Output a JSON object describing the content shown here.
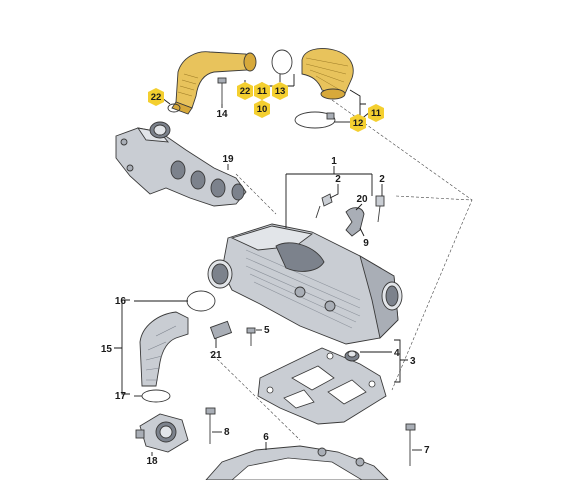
{
  "labels": {
    "l1": "1",
    "l2a": "2",
    "l2b": "2",
    "l3": "3",
    "l4": "4",
    "l5": "5",
    "l6": "6",
    "l7": "7",
    "l8": "8",
    "l9": "9",
    "l10": "10",
    "l11a": "11",
    "l11b": "11",
    "l12": "12",
    "l13": "13",
    "l14": "14",
    "l15": "15",
    "l16": "16",
    "l17": "17",
    "l18": "18",
    "l19": "19",
    "l20": "20",
    "l21": "21",
    "l22a": "22",
    "l22b": "22"
  },
  "colors": {
    "highlight_badge": "#f4cf2f",
    "highlighted_part": "#e8c35c",
    "part_grey": "#c9cdd3",
    "line": "#1a1a1a"
  }
}
